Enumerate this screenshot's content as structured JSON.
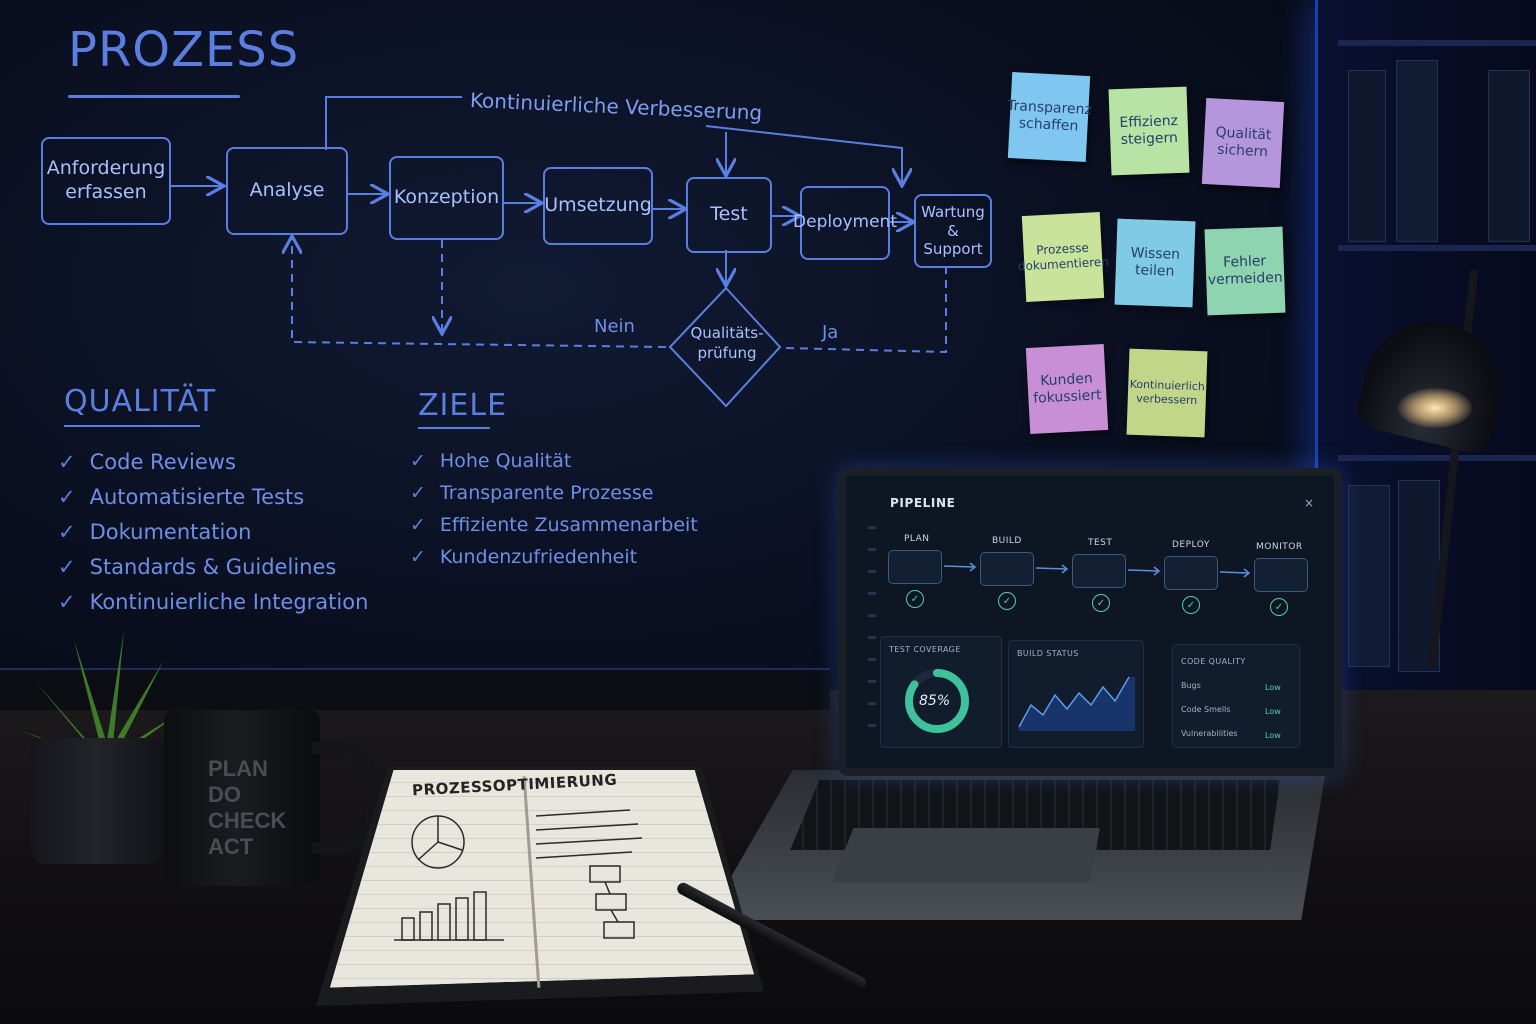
{
  "board": {
    "prozess_title": "PROZESS",
    "feedback_label": "Kontinuierliche Verbesserung",
    "steps": [
      "Anforderung\nerfassen",
      "Analyse",
      "Konzeption",
      "Umsetzung",
      "Test",
      "Deployment",
      "Wartung\n& Support"
    ],
    "decision": "Qualitäts-\nprüfung",
    "no_label": "Nein",
    "yes_label": "Ja",
    "qualitaet_title": "QUALITÄT",
    "qualitaet_items": [
      "Code Reviews",
      "Automatisierte Tests",
      "Dokumentation",
      "Standards & Guidelines",
      "Kontinuierliche Integration"
    ],
    "ziele_title": "ZIELE",
    "ziele_items": [
      "Hohe Qualität",
      "Transparente Prozesse",
      "Effiziente Zusammenarbeit",
      "Kundenzufriedenheit"
    ],
    "check_glyph": "✓"
  },
  "sticky_notes": [
    {
      "text": "Transparenz\nschaffen",
      "color": "#7fc6f0"
    },
    {
      "text": "Effizienz\nsteigern",
      "color": "#b9e3a4"
    },
    {
      "text": "Qualität\nsichern",
      "color": "#b596dc"
    },
    {
      "text": "Prozesse\ndokumentieren",
      "color": "#c9e39a"
    },
    {
      "text": "Wissen\nteilen",
      "color": "#7fcbe6"
    },
    {
      "text": "Fehler\nvermeiden",
      "color": "#8fd4b0"
    },
    {
      "text": "Kunden\nfokussiert",
      "color": "#c98fd6"
    },
    {
      "text": "Kontinuierlich\nverbessern",
      "color": "#c2d68a"
    }
  ],
  "laptop": {
    "title": "PIPELINE",
    "close_icon": "×",
    "stages": [
      "PLAN",
      "BUILD",
      "TEST",
      "DEPLOY",
      "MONITOR"
    ],
    "test_coverage": {
      "label": "TEST COVERAGE",
      "value_text": "85%",
      "value": 85
    },
    "build_status": {
      "label": "BUILD STATUS"
    },
    "code_quality": {
      "label": "CODE QUALITY",
      "rows": [
        {
          "name": "Bugs",
          "level": "Low"
        },
        {
          "name": "Code Smells",
          "level": "Low"
        },
        {
          "name": "Vulnerabilities",
          "level": "Low"
        }
      ]
    }
  },
  "mug": {
    "lines": [
      "PLAN",
      "DO",
      "CHECK",
      "ACT"
    ]
  },
  "notebook": {
    "title": "PROZESSOPTIMIERUNG"
  },
  "colors": {
    "chalk": "#6f8fe6",
    "accent_glow": "#1a3fb0",
    "ok": "#4fd1a5",
    "lamp": "#ffe8b0"
  }
}
